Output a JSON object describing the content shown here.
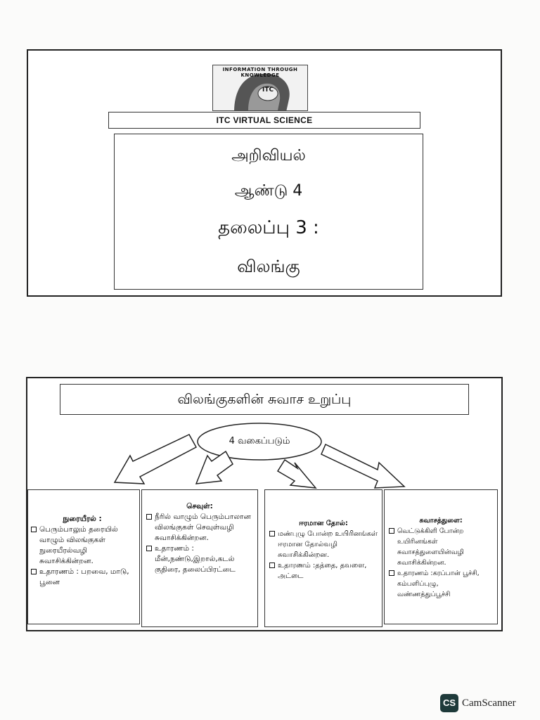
{
  "slide1": {
    "logo": {
      "arc_text": "INFORMATION THROUGH KNOWLEDGE",
      "mark": "ITC"
    },
    "banner": "ITC VIRTUAL SCIENCE",
    "lines": [
      "அறிவியல்",
      "ஆண்டு 4",
      "தலைப்பு 3 :",
      "விலங்கு"
    ]
  },
  "slide2": {
    "header": "விலங்குகளின் சுவாச உறுப்பு",
    "center": "4 வகைப்படும்",
    "cards": [
      {
        "heading": "நுரையீரல் :",
        "items": [
          "பெரும்பாலும் தரையில் வாழும் விலங்குகள் நுரையீரல்வழி சுவாசிக்கின்றன.",
          "உதாரணம் : பறவை, மாடு, பூனை"
        ]
      },
      {
        "heading": "செவுள்:",
        "items": [
          "நீரில் வாழும் பெரும்பாலான விலங்குகள் செவுள்வழி சுவாசிக்கின்றன.",
          "உதாரணம் : மீன்,நண்டு,இறால்,கடல் குதிரை, தலைப்பிரட்டை"
        ]
      },
      {
        "heading": "ஈரமான தோல்:",
        "items": [
          "மண்புழு போன்ற உயிரினங்கள் ஈரமான தோல்வழி சுவாசிக்கின்றன.",
          "உதாரணம் :தத்தை, தவளை, அட்டை"
        ]
      },
      {
        "heading": "சுவாசத்துளை:",
        "items": [
          "வெட்டுக்கிளி போன்ற உயிரினங்கள் சுவாசத்துளையின்வழி சுவாசிக்கின்றன.",
          "உதாரணம் :கரப்பான் பூச்சி, கம்பளிப்புழு, வண்ணத்துப்பூச்சி"
        ]
      }
    ]
  },
  "watermark": {
    "icon": "CS",
    "text": "CamScanner"
  }
}
